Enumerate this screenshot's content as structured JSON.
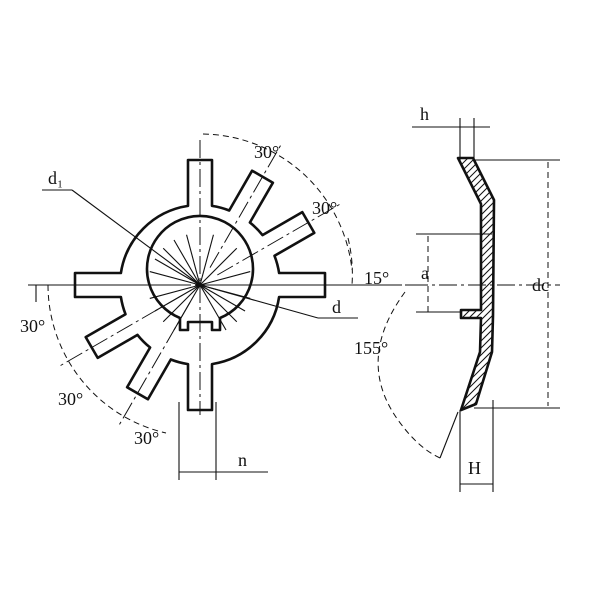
{
  "labels": {
    "d1": "d₁",
    "d": "d",
    "n": "n",
    "a": "a",
    "h": "h",
    "H": "H",
    "dc": "dc",
    "angle_top_1": "30°",
    "angle_top_2": "30°",
    "angle_15": "15°",
    "angle_left_1": "30°",
    "angle_left_2": "30°",
    "angle_left_3": "30°",
    "angle_155": "155°"
  }
}
